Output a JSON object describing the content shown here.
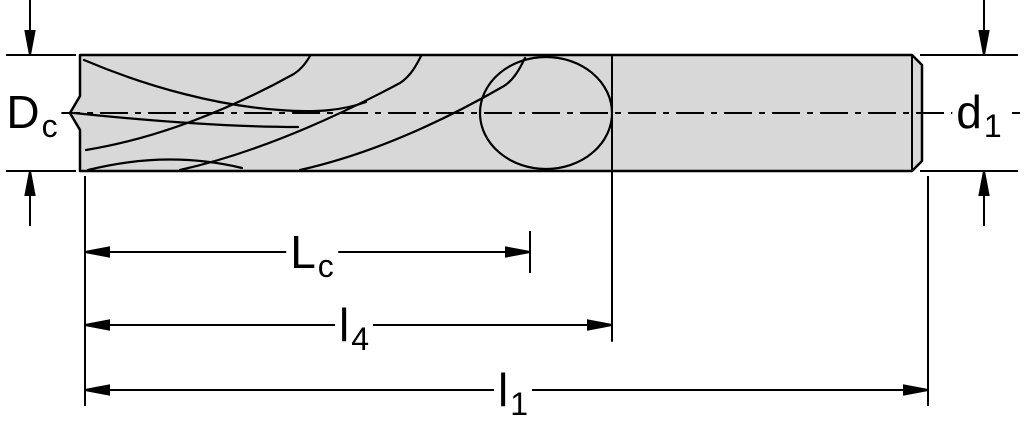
{
  "drawing": {
    "colors": {
      "tool_fill": "#d8d8d8",
      "line": "#000000",
      "background": "#ffffff"
    },
    "labels": {
      "Dc": {
        "base": "D",
        "sub": "c"
      },
      "d1": {
        "base": "d",
        "sub": "1"
      },
      "Lc": {
        "base": "L",
        "sub": "c"
      },
      "l4": {
        "base": "l",
        "sub": "4"
      },
      "l1": {
        "base": "l",
        "sub": "1"
      }
    }
  }
}
